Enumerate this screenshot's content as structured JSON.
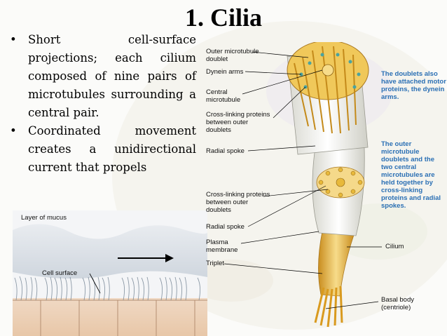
{
  "slide": {
    "title": "1.   Cilia",
    "bullets": [
      "Short cell-surface projections; each cilium composed of nine pairs of microtubules surrounding a central pair.",
      "Coordinated movement creates a unidirectional current that propels"
    ],
    "bullet_symbol": "•"
  },
  "mucus_figure": {
    "labels": {
      "mucus": "Layer of mucus",
      "cell_surface": "Cell surface"
    }
  },
  "cilium_figure": {
    "labels": {
      "outer_doublet": "Outer microtubule doublet",
      "dynein_arms": "Dynein arms",
      "central_microtubule": "Central microtubule",
      "crosslinking_1": "Cross-linking proteins between outer doublets",
      "radial_spoke_1": "Radial spoke",
      "crosslinking_2": "Cross-linking proteins between outer doublets",
      "radial_spoke_2": "Radial spoke",
      "plasma_membrane": "Plasma membrane",
      "triplet": "Triplet",
      "cilium": "Cilium",
      "basal_body": "Basal body (centriole)"
    },
    "notes": {
      "doublets_note": "The doublets also have attached motor proteins, the dynein arms.",
      "outer_note": "The outer microtubule doublets and the two central microtubules are held together by cross-linking proteins and radial spokes."
    },
    "colors": {
      "microtubule": "#e8b93a",
      "dynein": "#4aa3a0",
      "note_blue": "#2a6fb4"
    }
  }
}
